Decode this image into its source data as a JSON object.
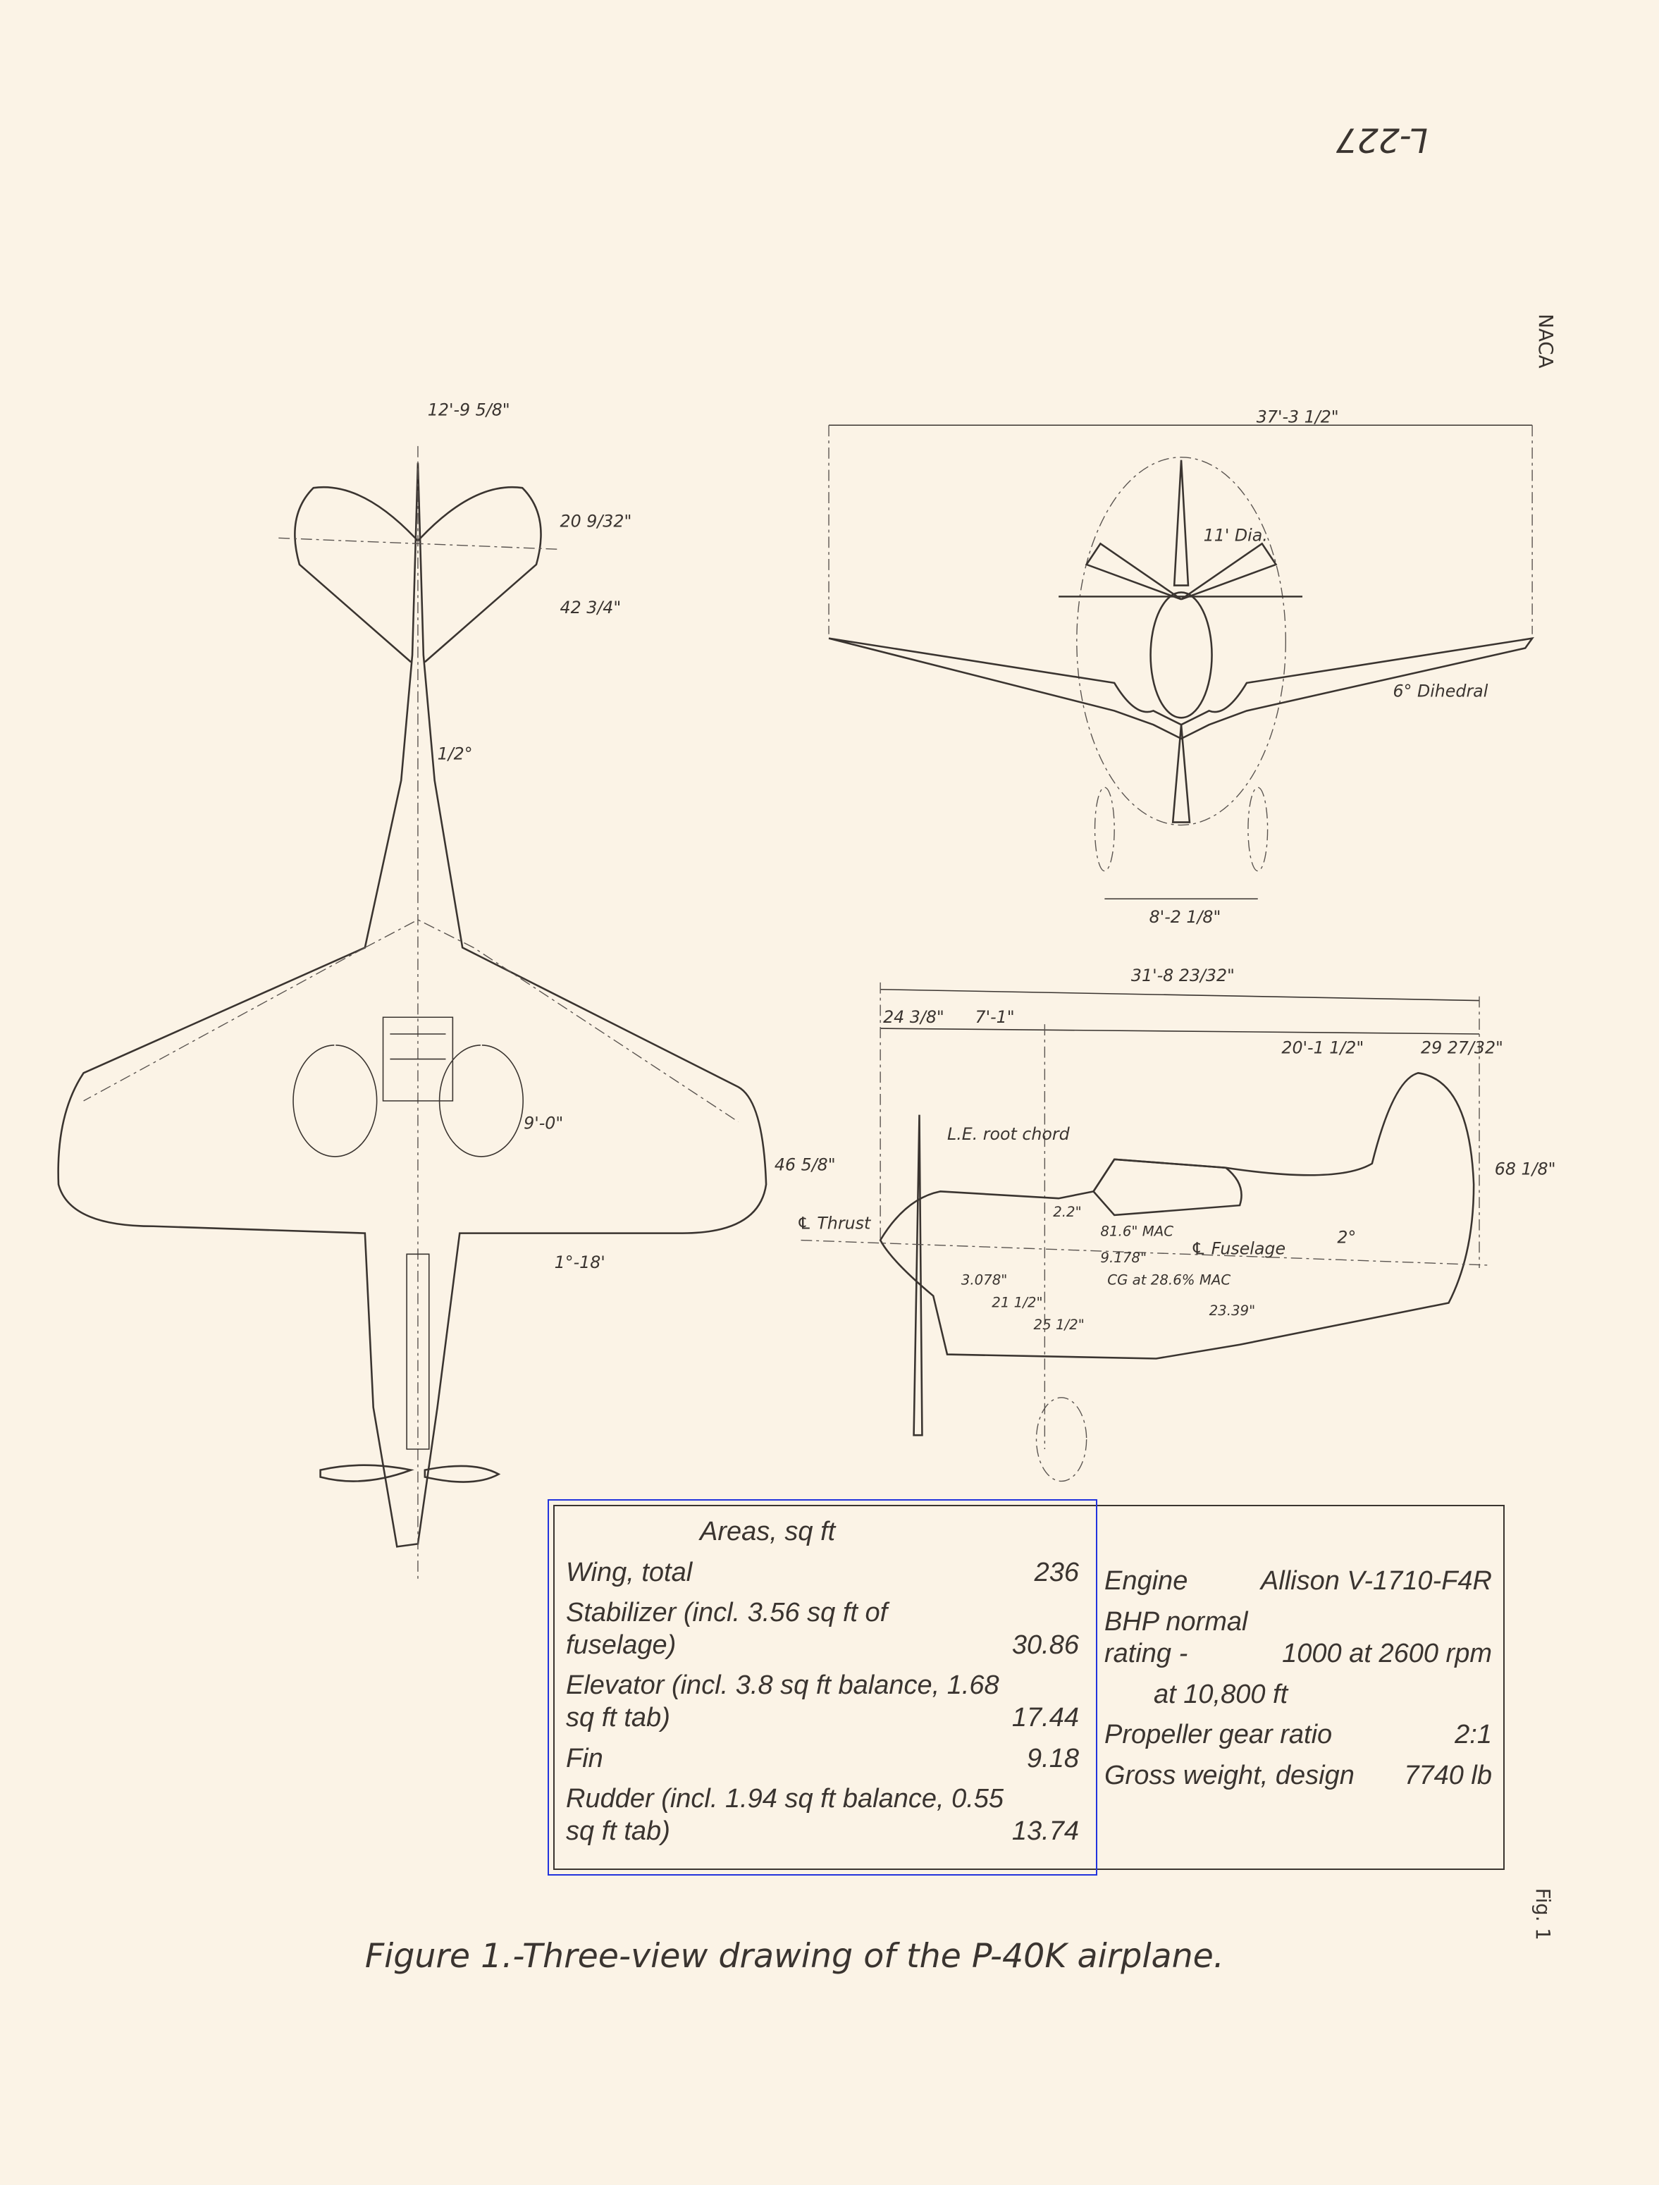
{
  "header": {
    "report_number": "L-227",
    "org": "NACA",
    "figure_tag": "Fig. 1"
  },
  "dimensions": {
    "tail_span": "12'-9 5/8\"",
    "stab_chord_1": "20 9/32\"",
    "stab_chord_2": "42 3/4\"",
    "fuselage_angle": "1/2°",
    "wing_chord": "9'-0\"",
    "wing_offset": "46 5/8\"",
    "incidence": "1°-18'",
    "wing_span": "37'-3 1/2\"",
    "prop_dia": "11' Dia.",
    "dihedral": "6° Dihedral",
    "tread": "8'-2 1/8\"",
    "overall_length": "31'-8 23/32\"",
    "nose_dim": "24 3/8\"",
    "le_dim": "7'-1\"",
    "tail_arm": "20'-1 1/2\"",
    "rudder_dim": "29 27/32\"",
    "height": "68 1/8\"",
    "le_root_chord": "L.E. root chord",
    "thrust_label": "℄ Thrust",
    "fuselage_label": "℄ Fuselage",
    "le_offset": "2.2\"",
    "mac": "81.6\" MAC",
    "cg_vert": "9.178\"",
    "d1": "3.078\"",
    "d2": "21 1/2\"",
    "d3": "25 1/2\"",
    "cg": "CG at 28.6% MAC",
    "d4": "23.39\"",
    "tail_angle": "2°"
  },
  "table": {
    "areas_title": "Areas, sq ft",
    "areas": [
      {
        "label": "Wing, total",
        "value": "236"
      },
      {
        "label": "Stabilizer (incl. 3.56 sq ft of fuselage)",
        "value": "30.86"
      },
      {
        "label": "Elevator (incl. 3.8 sq ft balance, 1.68 sq ft tab)",
        "value": "17.44"
      },
      {
        "label": "Fin",
        "value": "9.18"
      },
      {
        "label": "Rudder (incl. 1.94 sq ft balance, 0.55 sq ft tab)",
        "value": "13.74"
      }
    ],
    "specs": [
      {
        "label": "Engine",
        "value": "Allison V-1710-F4R"
      },
      {
        "label": "BHP normal rating -",
        "value": "1000 at 2600 rpm"
      },
      {
        "label": "at 10,800 ft",
        "value": ""
      },
      {
        "label": "Propeller gear ratio",
        "value": "2:1"
      },
      {
        "label": "Gross weight, design",
        "value": "7740 lb"
      }
    ]
  },
  "caption": "Figure 1.-Three-view drawing of the P-40K airplane."
}
